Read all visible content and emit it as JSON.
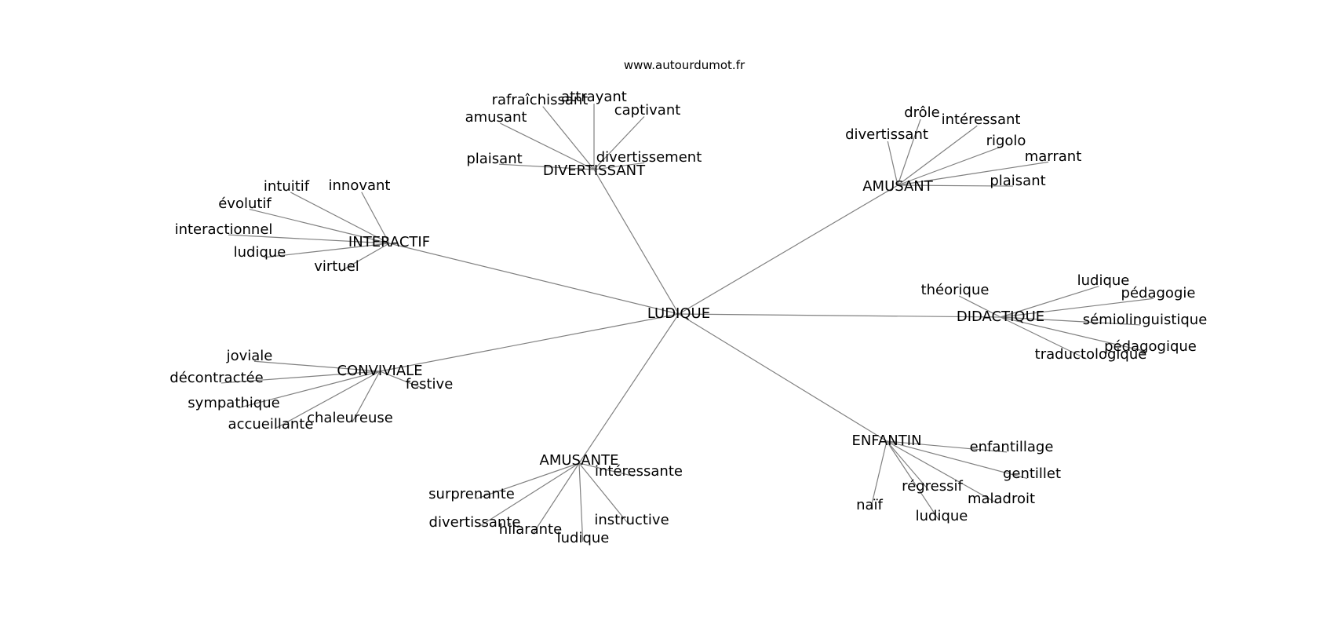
{
  "credit": "www.autourdumot.fr",
  "colors": {
    "edge": "#808080",
    "text": "#000000",
    "background": "#ffffff"
  },
  "graph": {
    "center": "LUDIQUE",
    "hubs": [
      {
        "label": "DIVERTISSANT",
        "leaves": [
          "rafraîchissant",
          "attrayant",
          "amusant",
          "captivant",
          "plaisant",
          "divertissement"
        ]
      },
      {
        "label": "AMUSANT",
        "leaves": [
          "drôle",
          "intéressant",
          "divertissant",
          "rigolo",
          "marrant",
          "plaisant"
        ]
      },
      {
        "label": "INTERACTIF",
        "leaves": [
          "intuitif",
          "innovant",
          "évolutif",
          "interactionnel",
          "ludique",
          "virtuel"
        ]
      },
      {
        "label": "DIDACTIQUE",
        "leaves": [
          "théorique",
          "ludique",
          "pédagogie",
          "sémiolinguistique",
          "pédagogique",
          "traductologique"
        ]
      },
      {
        "label": "CONVIVIALE",
        "leaves": [
          "joviale",
          "décontractée",
          "festive",
          "sympathique",
          "chaleureuse",
          "accueillante"
        ]
      },
      {
        "label": "ENFANTIN",
        "leaves": [
          "enfantillage",
          "gentillet",
          "régressif",
          "maladroit",
          "naïf",
          "ludique"
        ]
      },
      {
        "label": "AMUSANTE",
        "leaves": [
          "intéressante",
          "surprenante",
          "instructive",
          "divertissante",
          "hilarante",
          "ludique"
        ]
      }
    ]
  }
}
